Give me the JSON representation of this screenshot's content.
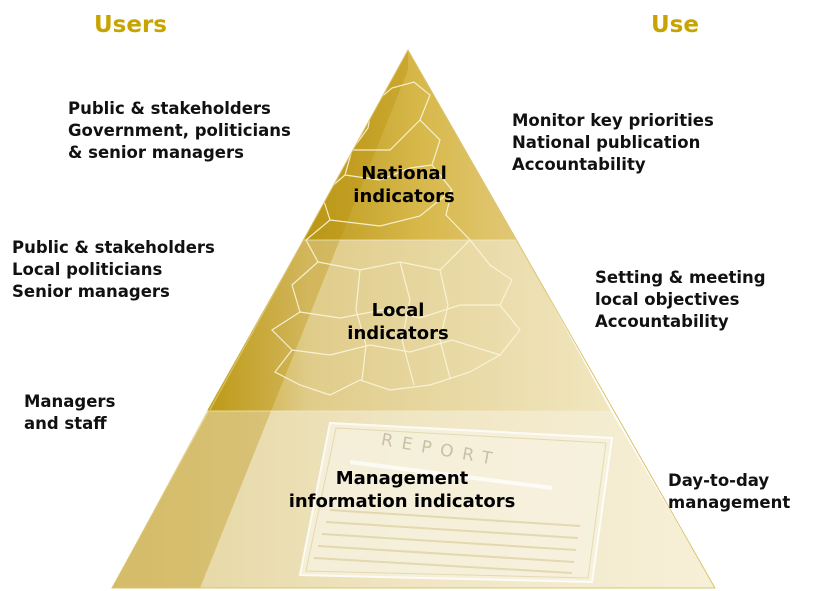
{
  "headers": {
    "users": "Users",
    "use": "Use"
  },
  "users": {
    "national": [
      "Public & stakeholders",
      "Government, politicians",
      "& senior managers"
    ],
    "local": [
      "Public & stakeholders",
      "Local politicians",
      "Senior managers"
    ],
    "mi": [
      "Managers",
      "and staff"
    ]
  },
  "use": {
    "national": [
      "Monitor key priorities",
      "National publication",
      "Accountability"
    ],
    "local": [
      "Setting & meeting",
      "local objectives",
      "Accountability"
    ],
    "mi": [
      "Day-to-day",
      "management"
    ]
  },
  "tiers": {
    "national": [
      "National",
      "indicators"
    ],
    "local": [
      "Local",
      "indicators"
    ],
    "mi": [
      "Management",
      "information indicators"
    ]
  },
  "report_word": "REPORT",
  "colors": {
    "header": "#c9a400",
    "tier_top": "#cfae3a",
    "tier_middle": "#e6d48f",
    "tier_bottom": "#f2e8c4"
  }
}
